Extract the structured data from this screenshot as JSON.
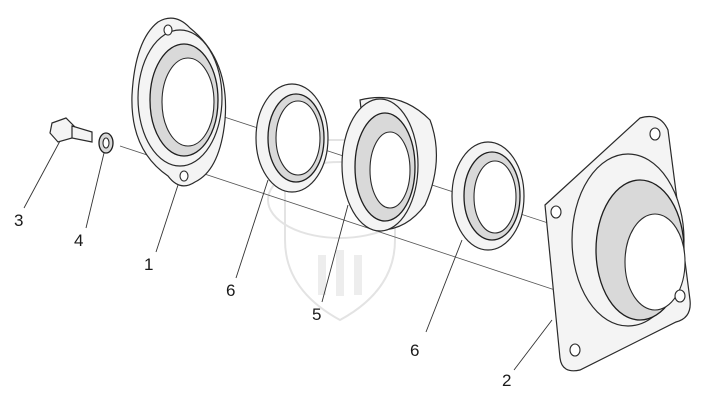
{
  "diagram": {
    "callouts": [
      {
        "id": "c3",
        "label": "3"
      },
      {
        "id": "c4",
        "label": "4"
      },
      {
        "id": "c1",
        "label": "1"
      },
      {
        "id": "c6a",
        "label": "6"
      },
      {
        "id": "c5",
        "label": "5"
      },
      {
        "id": "c6b",
        "label": "6"
      },
      {
        "id": "c2",
        "label": "2"
      }
    ]
  }
}
